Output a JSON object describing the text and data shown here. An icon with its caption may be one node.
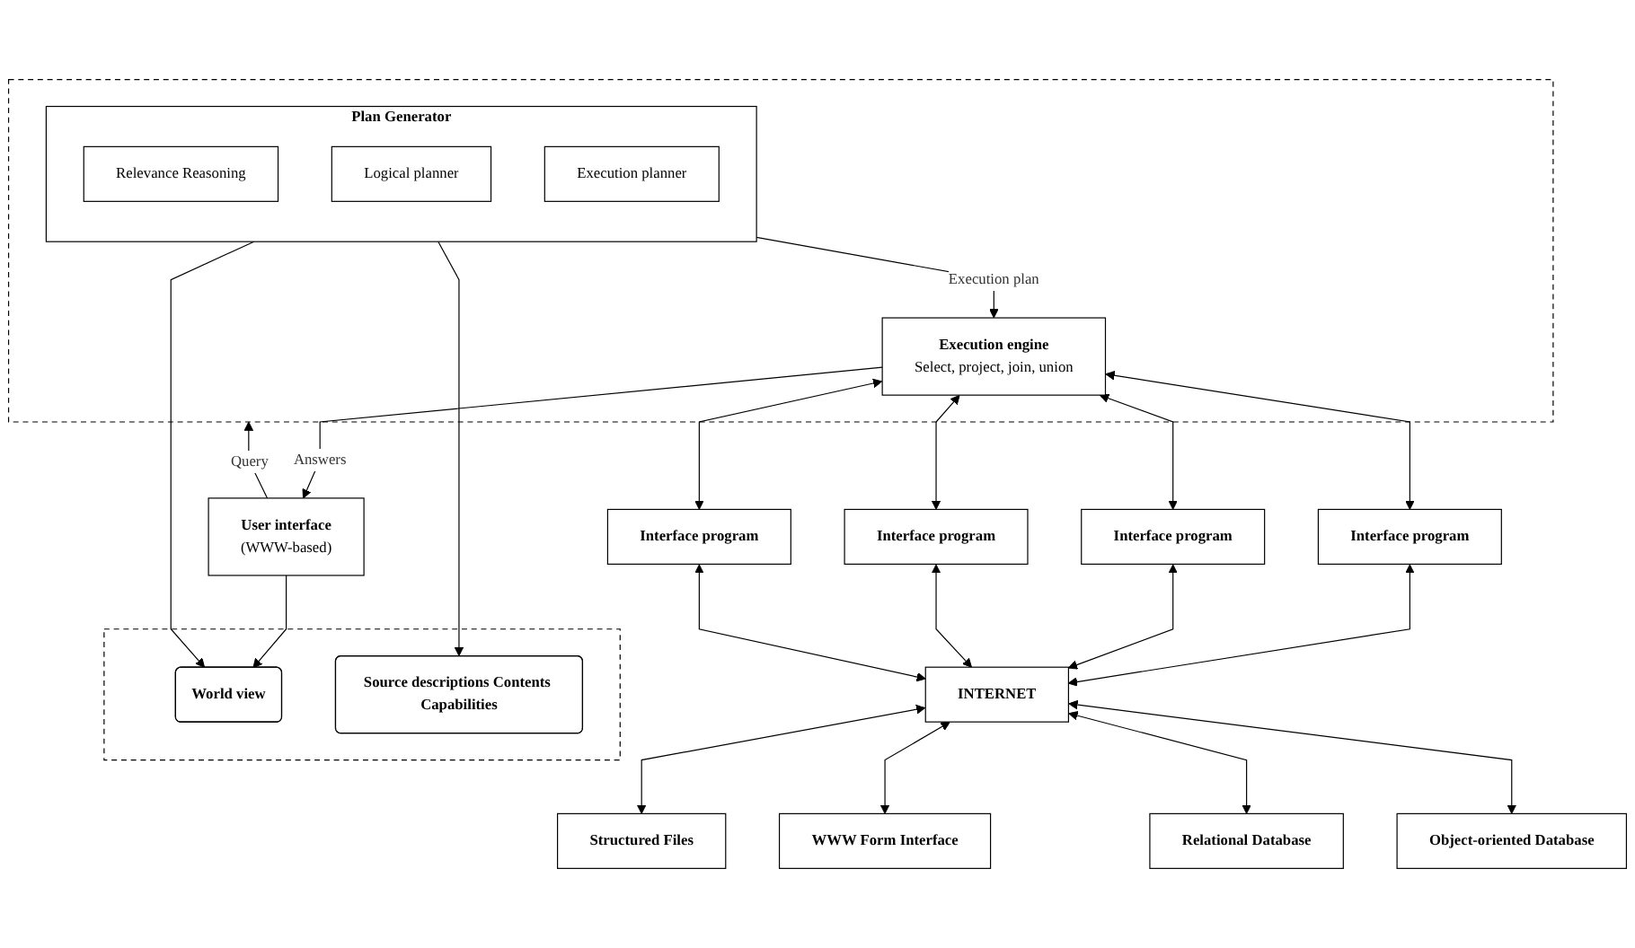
{
  "diagram": {
    "nodes": [
      {
        "text": [],
        "shape": "box"
      },
      {
        "text": [
          "World view"
        ],
        "in": 0
      },
      {
        "text": [
          "Source descriptions Contents Capabilities"
        ],
        "in": 0
      },
      {
        "text": [
          "User interface",
          "(WWW-based)"
        ]
      },
      {
        "text": [],
        "shape": "box"
      },
      {
        "text": [
          "Plan Generator"
        ],
        "in": 4
      },
      {
        "text": [
          "Relevance Reasoning"
        ],
        "in": 5
      },
      {
        "text": [
          "Logical planner"
        ],
        "in": 5
      },
      {
        "text": [
          "Execution planner"
        ],
        "in": 5
      },
      {
        "text": [
          "Execution engine",
          "Select, project, join, union"
        ],
        "in": 4
      },
      {
        "text": [
          "Interface program"
        ]
      },
      {
        "text": [
          "Interface program"
        ]
      },
      {
        "text": [
          "Interface program"
        ]
      },
      {
        "text": [
          "Interface program"
        ]
      },
      {
        "text": [
          "INTERNET"
        ]
      },
      {
        "text": [
          "Structured Files"
        ]
      },
      {
        "text": [
          "WWW Form Interface"
        ]
      },
      {
        "text": [
          "Relational Database"
        ]
      },
      {
        "text": [
          "Object-oriented Database"
        ]
      }
    ],
    "edges": [
      {
        "from": 3,
        "to": 1,
        "arrow": "to"
      },
      {
        "from": 5,
        "to": 1,
        "arrow": "to"
      },
      {
        "from": 5,
        "to": 2,
        "arrow": "to"
      },
      {
        "from": 3,
        "to": 4,
        "arrow": "to",
        "label": "Query"
      },
      {
        "from": 5,
        "to": 9,
        "arrow": "to",
        "label": "Execution plan"
      },
      {
        "from": 9,
        "to": 3,
        "arrow": "to",
        "label": "Answers"
      },
      {
        "from": 9,
        "to": 10,
        "arrow": "both"
      },
      {
        "from": 9,
        "to": 11,
        "arrow": "both"
      },
      {
        "from": 9,
        "to": 12,
        "arrow": "both"
      },
      {
        "from": 9,
        "to": 13,
        "arrow": "both"
      },
      {
        "from": 10,
        "to": 14,
        "arrow": "both"
      },
      {
        "from": 11,
        "to": 14,
        "arrow": "both"
      },
      {
        "from": 12,
        "to": 14,
        "arrow": "both"
      },
      {
        "from": 13,
        "to": 14,
        "arrow": "both"
      },
      {
        "from": 14,
        "to": 15,
        "arrow": "both"
      },
      {
        "from": 14,
        "to": 16,
        "arrow": "both"
      },
      {
        "from": 14,
        "to": 17,
        "arrow": "both"
      },
      {
        "from": 14,
        "to": 18,
        "arrow": "both"
      }
    ]
  }
}
